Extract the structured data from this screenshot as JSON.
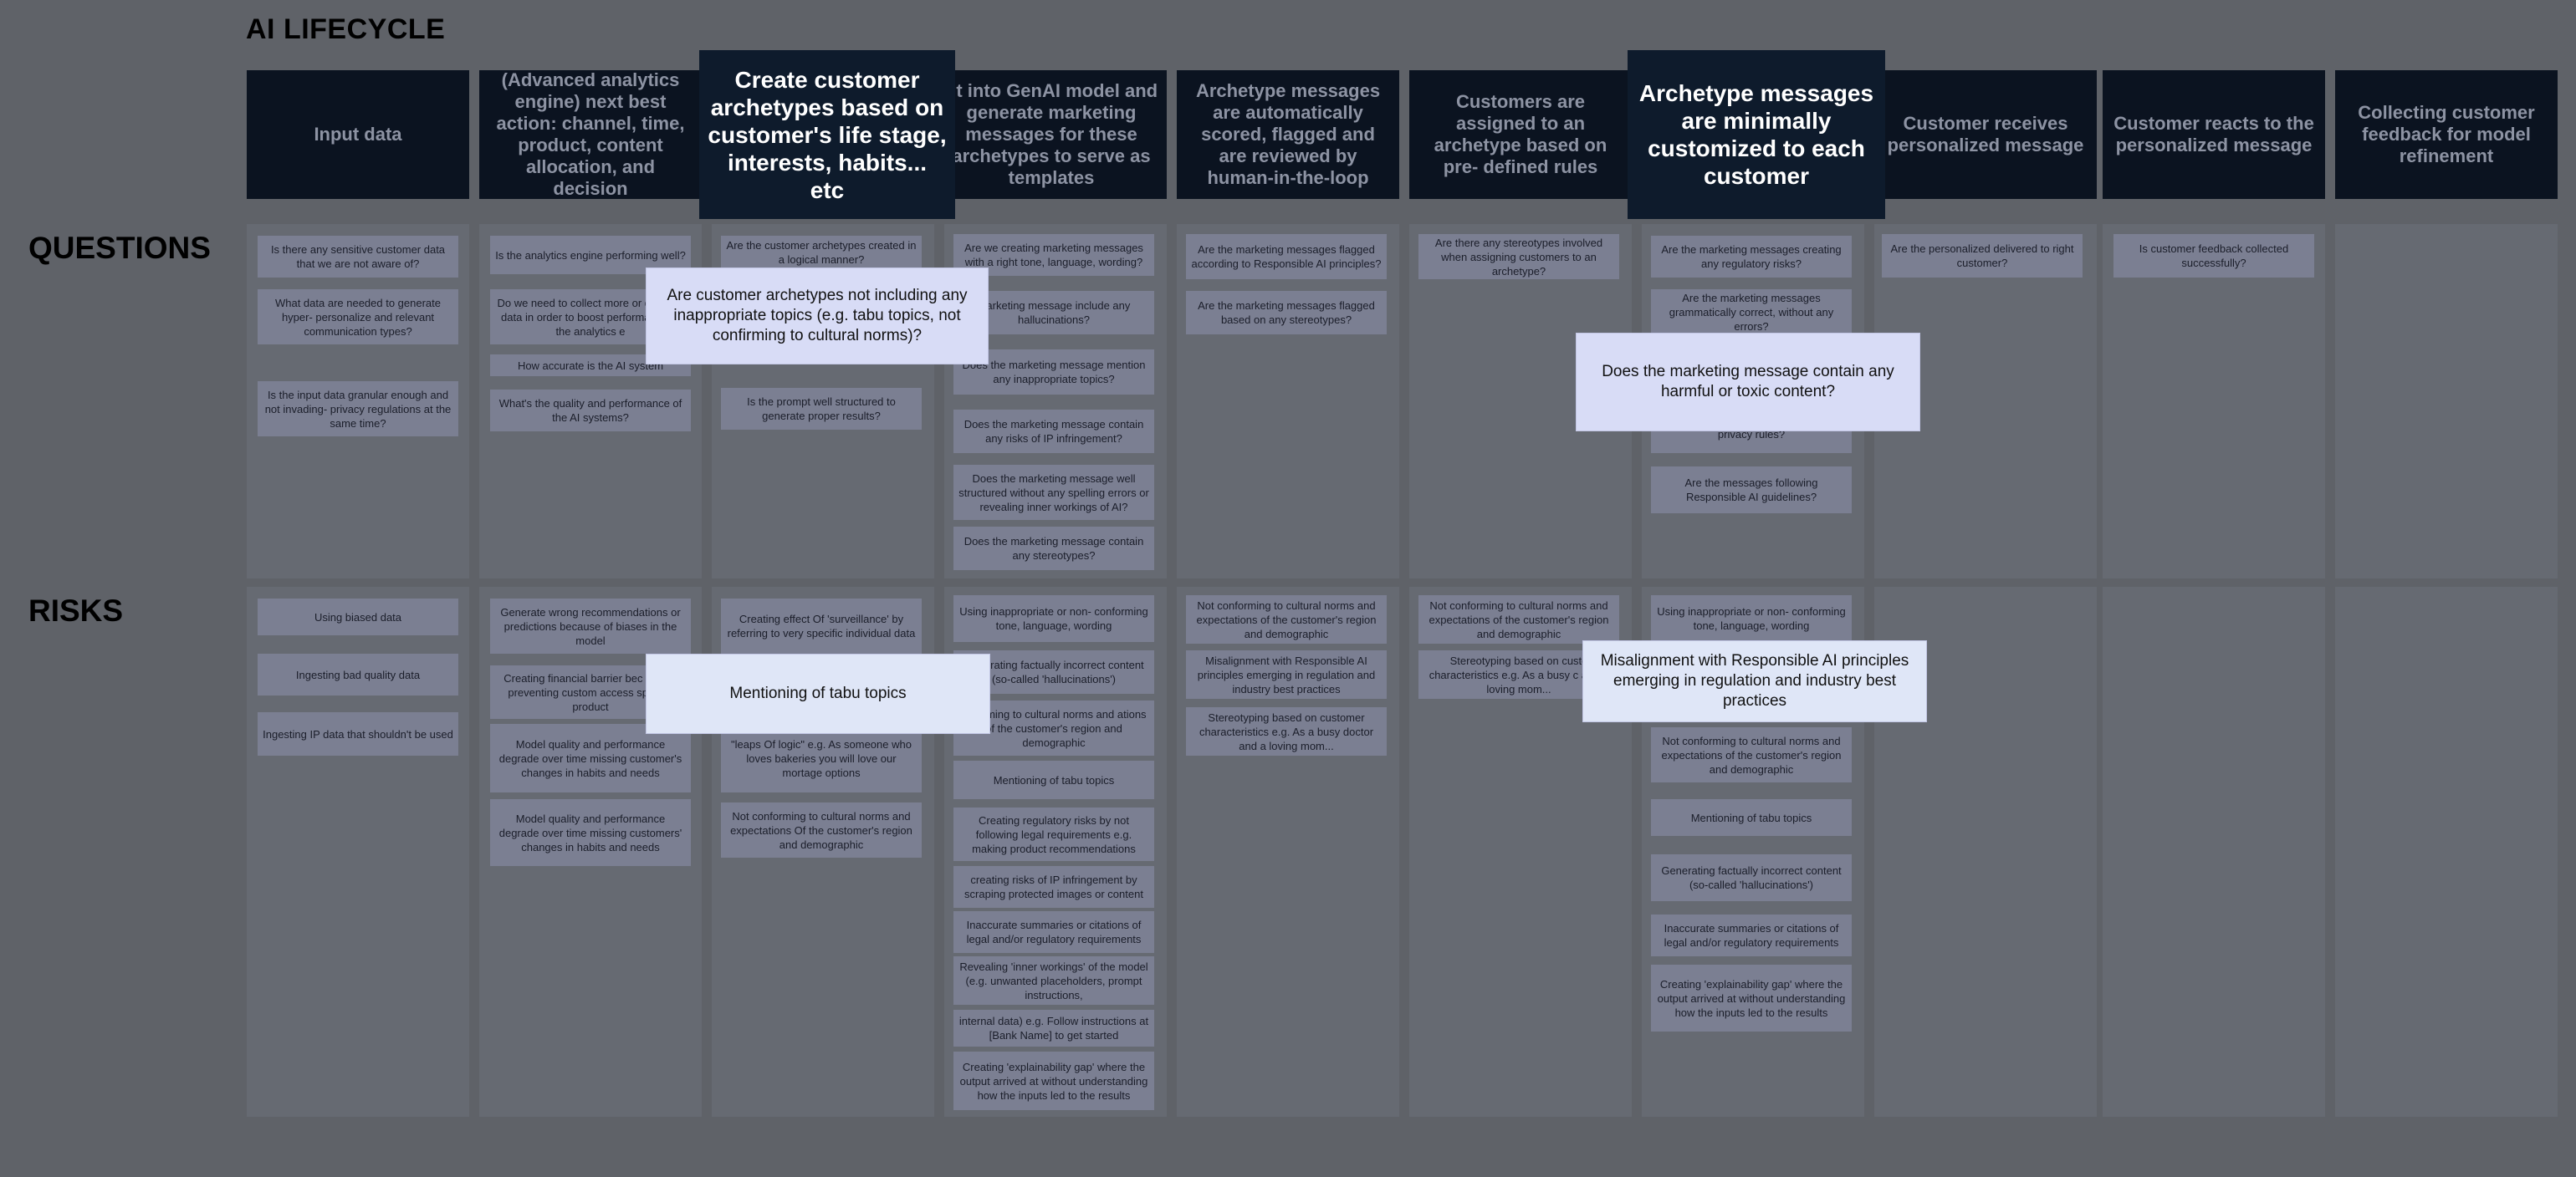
{
  "title": "AI LIFECYCLE",
  "row_labels": {
    "questions": "QUESTIONS",
    "risks": "RISKS"
  },
  "columns": [
    "Input data",
    "(Advanced analytics engine) next best action: channel, time, product, content allocation, and decision",
    "Create customer archetypes based on customer's life stage, interests, habits... etc",
    "ut into GenAI model and generate marketing messages for these archetypes to serve as templates",
    "Archetype messages are automatically scored, flagged and are reviewed by human-in-the-loop",
    "Customers are assigned to an archetype based on pre- defined rules",
    "Archetype messages are minimally customized to each customer",
    "Customer receives personalized message",
    "Customer reacts to the personalized message",
    "Collecting customer feedback for model refinement"
  ],
  "questions": {
    "c1": [
      "Is there any sensitive customer data that we are not aware of?",
      "What data are needed to generate hyper- personalize and relevant communication types?",
      "Is the input data granular enough and not invading- privacy regulations at the same time?"
    ],
    "c2": [
      "Is the analytics engine performing well?",
      "Do we need to collect more or different data in order to boost performance of the analytics e",
      "How accurate is the AI system",
      "What's the quality and performance of the AI systems?"
    ],
    "c3": [
      "Are the customer archetypes created in a logical manner?",
      "Is the prompt well structured to generate proper results?"
    ],
    "c4": [
      "Are we creating marketing messages with a right tone, language, wording?",
      "marketing message include any hallucinations?",
      "Does the marketing message mention any inappropriate topics?",
      "Does the marketing message contain any risks of IP infringement?",
      "Does the marketing message well structured without any spelling errors or revealing inner workings of AI?",
      "Does the marketing message contain any stereotypes?"
    ],
    "c5": [
      "Are the marketing messages flagged according to Responsible AI principles?",
      "Are the marketing messages flagged based on any stereotypes?"
    ],
    "c6": [
      "Are there any stereotypes involved when assigning customers to an archetype?"
    ],
    "c7": [
      "Are the marketing messages creating any regulatory risks?",
      "Are the marketing messages grammatically correct, without any errors?",
      "privacy rules?",
      "Are the messages following Responsible AI guidelines?"
    ],
    "c8": [
      "Are the personalized delivered to right customer?"
    ],
    "c9": [
      "Is customer feedback collected successfully?"
    ]
  },
  "risks": {
    "c1": [
      "Using biased data",
      "Ingesting bad quality data",
      "Ingesting IP data that shouldn't be used"
    ],
    "c2": [
      "Generate wrong recommendations or predictions because of biases in the model",
      "Creating financial barrier bec biases preventing custom access specific product",
      "Model quality and performance degrade over time missing customer's changes in habits and needs",
      "Model quality and performance degrade over time missing customers' changes in habits and needs"
    ],
    "c3": [
      "Creating effect Of 'surveillance' by referring to very specific individual data",
      "\"leaps Of logic\" e.g. As someone who loves bakeries you will love our mortage options",
      "Not conforming to cultural norms and expectations Of the customer's region and demographic"
    ],
    "c4": [
      "Using inappropriate or non- conforming tone, language, wording",
      "Generating factually incorrect content (so-called 'hallucinations')",
      "onforming to cultural norms and ations of the customer's region and demographic",
      "Mentioning of tabu topics",
      "Creating regulatory risks by not following legal requirements e.g. making product recommendations",
      "creating risks of IP infringement by scraping protected images or content",
      "Inaccurate summaries or citations of legal and/or regulatory requirements",
      "Revealing 'inner workings' of the model (e.g. unwanted placeholders, prompt instructions,",
      "internal data) e.g. Follow instructions at [Bank Name] to get started",
      "Creating 'explainability gap' where the output arrived at without understanding how the inputs led to the results"
    ],
    "c5": [
      "Not conforming to cultural norms and expectations of the customer's region and demographic",
      "Misalignment with Responsible AI principles emerging in regulation and industry best practices",
      "Stereotyping based on customer characteristics e.g. As a busy doctor and a loving mom..."
    ],
    "c6": [
      "Not conforming to cultural norms and expectations of the customer's region and demographic",
      "Stereotyping based on custo characteristics e.g. As a busy c and a loving mom..."
    ],
    "c7": [
      "Using inappropriate or non- conforming tone, language, wording",
      "Not conforming to cultural norms and expectations of the customer's region and demographic",
      "Mentioning of tabu topics",
      "Generating factually incorrect content (so-called 'hallucinations')",
      "Inaccurate summaries or citations of legal and/or regulatory requirements",
      "Creating 'explainability gap' where the output arrived at without understanding how the inputs led to the results"
    ]
  },
  "popups": {
    "q_archetypes": "Are customer archetypes not including any inappropriate topics (e.g. tabu topics, not confirming to cultural norms)?",
    "q_harmful": "Does the marketing message contain any harmful or toxic content?",
    "r_tabu": "Mentioning of tabu topics",
    "r_misalignment": "Misalignment with Responsible AI principles emerging in regulation and industry best practices"
  },
  "colors": {
    "background": "#5f6268",
    "header": "#0b1320",
    "note": "#7b7f92",
    "popup": "#d8dcf6"
  }
}
